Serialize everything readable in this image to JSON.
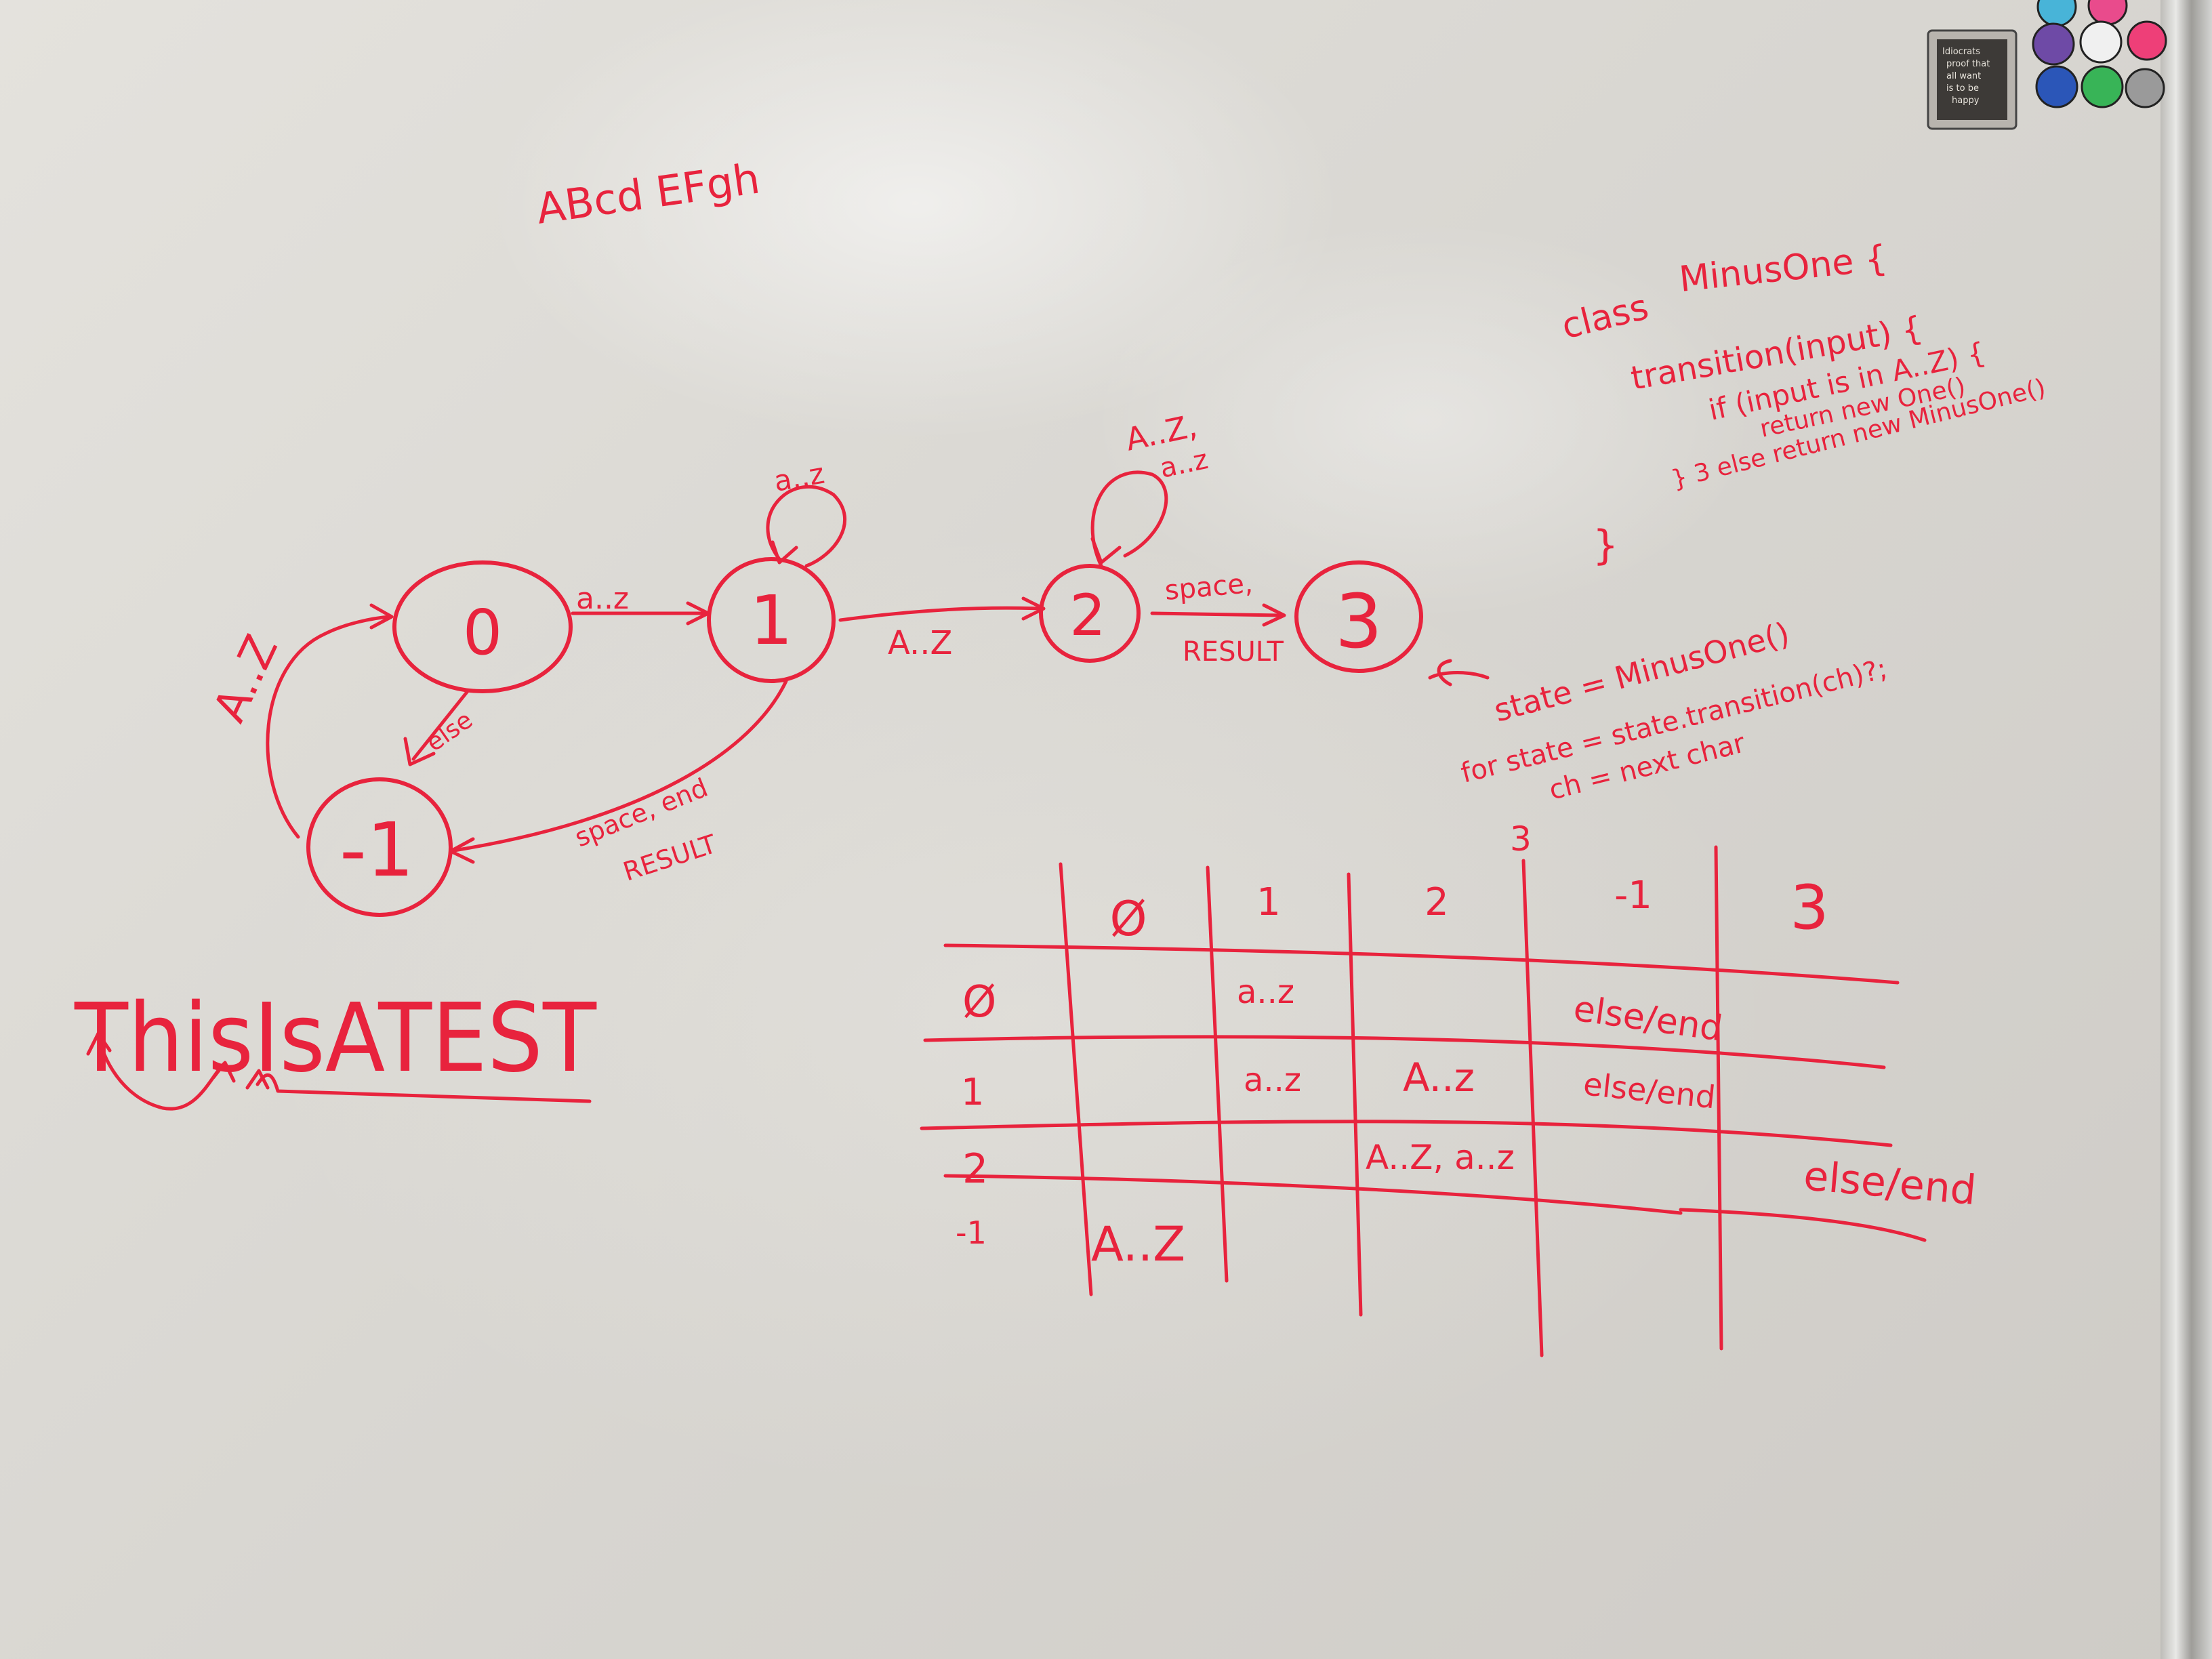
{
  "top_scribble": "ABcd EFgh",
  "states": [
    {
      "id": "s0",
      "label": "0"
    },
    {
      "id": "s1",
      "label": "1"
    },
    {
      "id": "s2",
      "label": "2"
    },
    {
      "id": "s3",
      "label": "3"
    },
    {
      "id": "sm1",
      "label": "-1"
    }
  ],
  "transitions": {
    "s0_s1": "a..z",
    "s1_loop": "a..z",
    "s1_s2": "A..Z",
    "s2_loop_1": "A..Z,",
    "s2_loop_2": "a..z",
    "s2_s3_1": "space,",
    "s2_s3_2": "RESULT",
    "m1_s0": "A..Z",
    "s0_m1": "else",
    "s1_m1_1": "space, end",
    "s1_m1_2": "RESULT"
  },
  "code": {
    "line1a": "class",
    "line1b": "MinusOne {",
    "line2": "transition(input) {",
    "line3": "if (input is in A..Z) {",
    "line4": "return new One()",
    "line5": "} 3 else return new MinusOne()",
    "line6": "}"
  },
  "loop_code": {
    "line1": "state = MinusOne()",
    "line2": "for state = state.transition(ch)?;",
    "line3": "ch = next char",
    "line4": "3"
  },
  "example_word": "ThisIsATEST",
  "table": {
    "col_headers": [
      "Ø",
      "1",
      "2",
      "-1",
      "3"
    ],
    "row_headers": [
      "Ø",
      "1",
      "2",
      "-1"
    ],
    "cells": {
      "r0_c1": "a..z",
      "r0_c3": "else/end",
      "r1_c1": "a..z",
      "r1_c2": "A..z",
      "r1_c3": "else/end",
      "r2_c2": "A..Z, a..z",
      "r2_c4": "else/end",
      "r3_c0": "A..Z"
    }
  },
  "magnet_note": {
    "line1": "Idiocrats",
    "line2": "proof that",
    "line3": "all want",
    "line4": "is to be",
    "line5": "happy"
  },
  "colors": {
    "marker": "#e8233d",
    "board": "#e4e2dd"
  }
}
